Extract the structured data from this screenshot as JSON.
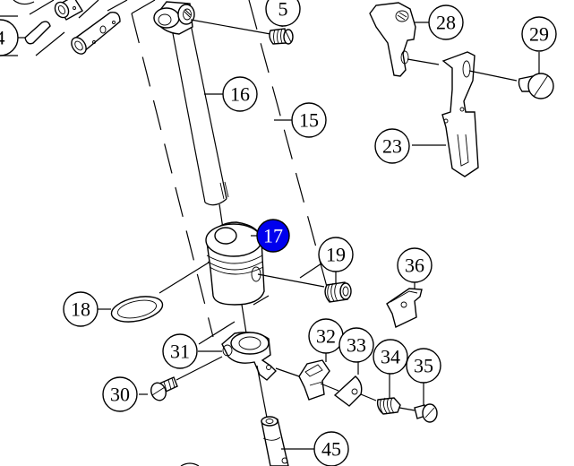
{
  "diagram": {
    "type": "exploded-parts-diagram",
    "highlight_color": "#0000EE",
    "selected_part": "17",
    "callouts": [
      {
        "id": "4",
        "label": "4",
        "selected": false
      },
      {
        "id": "5",
        "label": "5",
        "selected": false
      },
      {
        "id": "16",
        "label": "16",
        "selected": false
      },
      {
        "id": "15",
        "label": "15",
        "selected": false
      },
      {
        "id": "28",
        "label": "28",
        "selected": false
      },
      {
        "id": "29",
        "label": "29",
        "selected": false
      },
      {
        "id": "23",
        "label": "23",
        "selected": false
      },
      {
        "id": "17",
        "label": "17",
        "selected": true
      },
      {
        "id": "19",
        "label": "19",
        "selected": false
      },
      {
        "id": "36",
        "label": "36",
        "selected": false
      },
      {
        "id": "18",
        "label": "18",
        "selected": false
      },
      {
        "id": "31",
        "label": "31",
        "selected": false
      },
      {
        "id": "32",
        "label": "32",
        "selected": false
      },
      {
        "id": "33",
        "label": "33",
        "selected": false
      },
      {
        "id": "34",
        "label": "34",
        "selected": false
      },
      {
        "id": "35",
        "label": "35",
        "selected": false
      },
      {
        "id": "30",
        "label": "30",
        "selected": false
      },
      {
        "id": "45",
        "label": "45",
        "selected": false
      }
    ]
  }
}
